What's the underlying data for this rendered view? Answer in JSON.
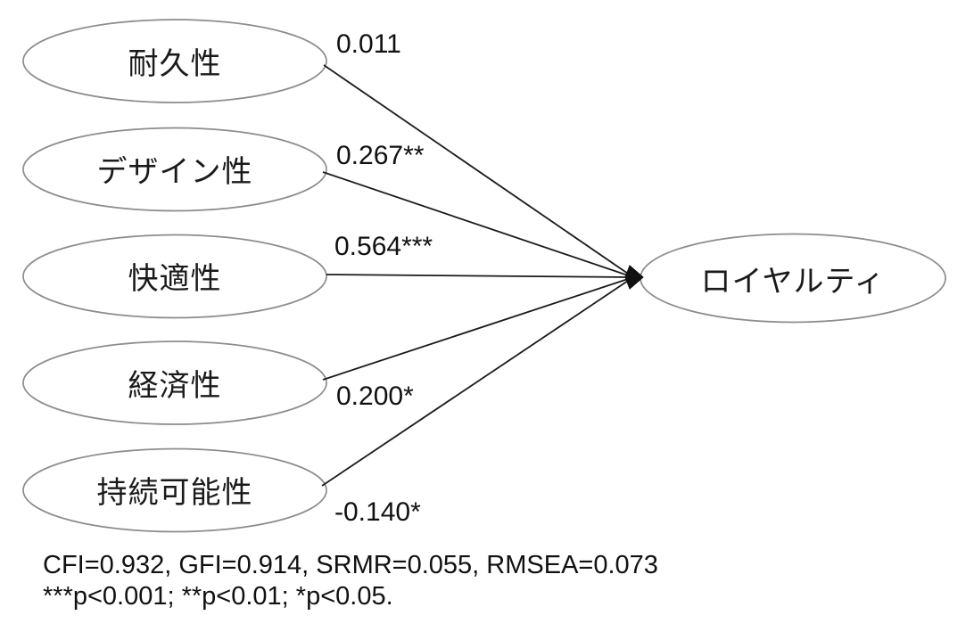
{
  "diagram": {
    "type": "sem-path-model",
    "outcome": {
      "label": "ロイヤルティ"
    },
    "predictors": [
      {
        "label": "耐久性",
        "coefficient": "0.011"
      },
      {
        "label": "デザイン性",
        "coefficient": "0.267**"
      },
      {
        "label": "快適性",
        "coefficient": "0.564***"
      },
      {
        "label": "経済性",
        "coefficient": "0.200*"
      },
      {
        "label": "持続可能性",
        "coefficient": "-0.140*"
      }
    ],
    "fit_statistics": "CFI=0.932, GFI=0.914, SRMR=0.055, RMSEA=0.073",
    "significance_note": "***p<0.001; **p<0.01; *p<0.05.",
    "colors": {
      "ellipse_stroke": "#8c8c8c",
      "path_stroke": "#1a1a1a",
      "text": "#111111",
      "background": "#ffffff"
    }
  }
}
